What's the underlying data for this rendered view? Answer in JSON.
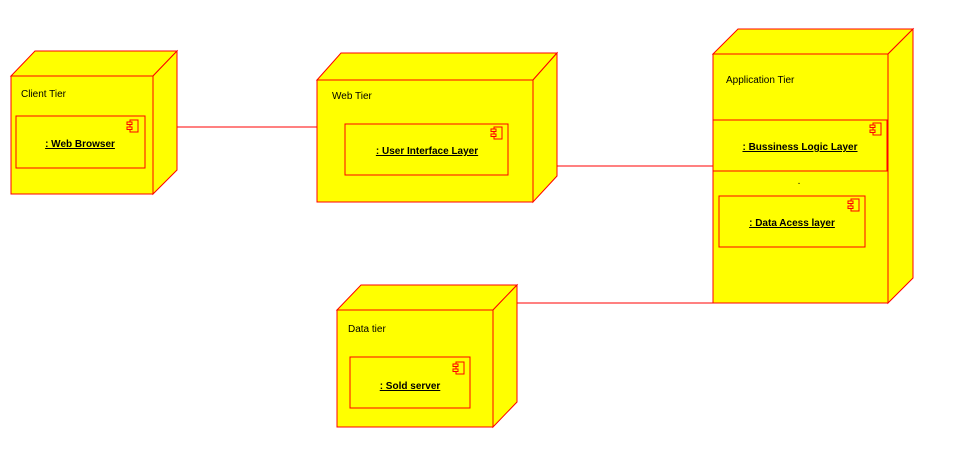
{
  "nodes": {
    "client": {
      "title": "Client Tier",
      "component": ": Web Browser"
    },
    "web": {
      "title": "Web Tier",
      "component": ": User Interface Layer"
    },
    "application": {
      "title": "Application Tier",
      "component_logic": ": Bussiness Logic Layer",
      "component_data": ": Data Acess layer",
      "dot": "."
    },
    "data": {
      "title": "Data tier",
      "component": ": Sold server"
    }
  },
  "colors": {
    "fill": "#ffff00",
    "stroke": "#ff0000"
  }
}
